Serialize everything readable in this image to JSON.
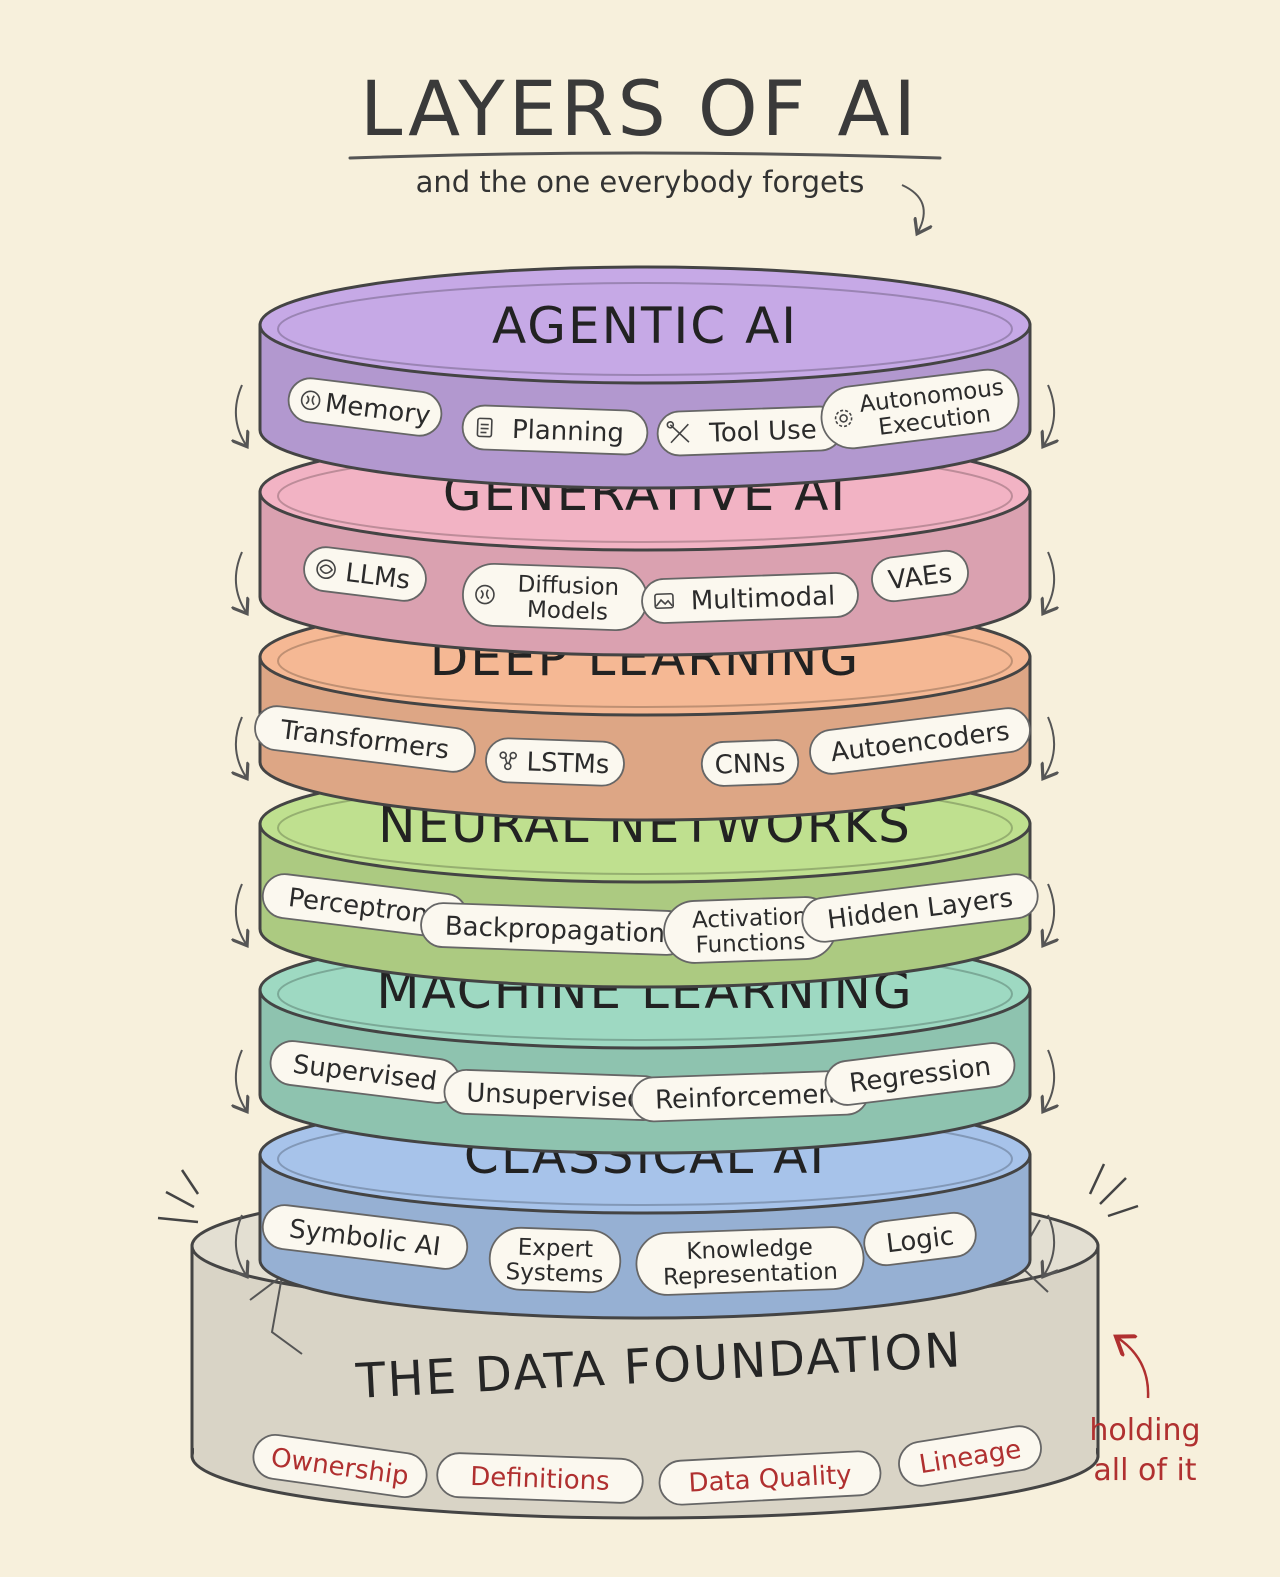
{
  "title": "LAYERS OF AI",
  "subtitle": "and the one everybody forgets",
  "annotation": {
    "line1": "holding",
    "line2": "all of it"
  },
  "colors": {
    "background": "#f7f0dc",
    "ink": "#2b2b2b",
    "annotation": "#b03030",
    "pill_fill": "#fbf8ef"
  },
  "layers": [
    {
      "title": "AGENTIC AI",
      "color": "#c6a9e6",
      "tags": [
        {
          "label": "Memory",
          "icon": "brain-icon"
        },
        {
          "label": "Planning",
          "icon": "clipboard-icon"
        },
        {
          "label": "Tool Use",
          "icon": "tools-icon"
        },
        {
          "label": "Autonomous Execution",
          "lines": [
            "Autonomous",
            "Execution"
          ],
          "icon": "gear-icon"
        }
      ]
    },
    {
      "title": "GENERATIVE AI",
      "color": "#f2b3c4",
      "tags": [
        {
          "label": "LLMs",
          "icon": "llm-knot-icon"
        },
        {
          "label": "Diffusion Models",
          "lines": [
            "Diffusion",
            "Models"
          ],
          "icon": "brain-icon"
        },
        {
          "label": "Multimodal",
          "icon": "image-icon"
        },
        {
          "label": "VAEs"
        }
      ]
    },
    {
      "title": "DEEP LEARNING",
      "color": "#f5b894",
      "tags": [
        {
          "label": "Transformers"
        },
        {
          "label": "LSTMs",
          "icon": "network-icon"
        },
        {
          "label": "CNNs"
        },
        {
          "label": "Autoencoders"
        }
      ]
    },
    {
      "title": "NEURAL NETWORKS",
      "color": "#bfe08f",
      "tags": [
        {
          "label": "Perceptrons"
        },
        {
          "label": "Backpropagation"
        },
        {
          "label": "Activation Functions",
          "lines": [
            "Activation",
            "Functions"
          ]
        },
        {
          "label": "Hidden Layers"
        }
      ]
    },
    {
      "title": "MACHINE LEARNING",
      "color": "#9ed9c2",
      "tags": [
        {
          "label": "Supervised"
        },
        {
          "label": "Unsupervised"
        },
        {
          "label": "Reinforcement"
        },
        {
          "label": "Regression"
        }
      ]
    },
    {
      "title": "CLASSICAL AI",
      "color": "#a7c3ea",
      "tags": [
        {
          "label": "Symbolic AI"
        },
        {
          "label": "Expert Systems",
          "lines": [
            "Expert",
            "Systems"
          ]
        },
        {
          "label": "Knowledge Representation",
          "lines": [
            "Knowledge",
            "Representation"
          ]
        },
        {
          "label": "Logic"
        }
      ]
    }
  ],
  "foundation": {
    "title": "THE DATA FOUNDATION",
    "color": "#d9d4c6",
    "tags": [
      {
        "label": "Ownership"
      },
      {
        "label": "Definitions"
      },
      {
        "label": "Data Quality"
      },
      {
        "label": "Lineage"
      }
    ]
  }
}
